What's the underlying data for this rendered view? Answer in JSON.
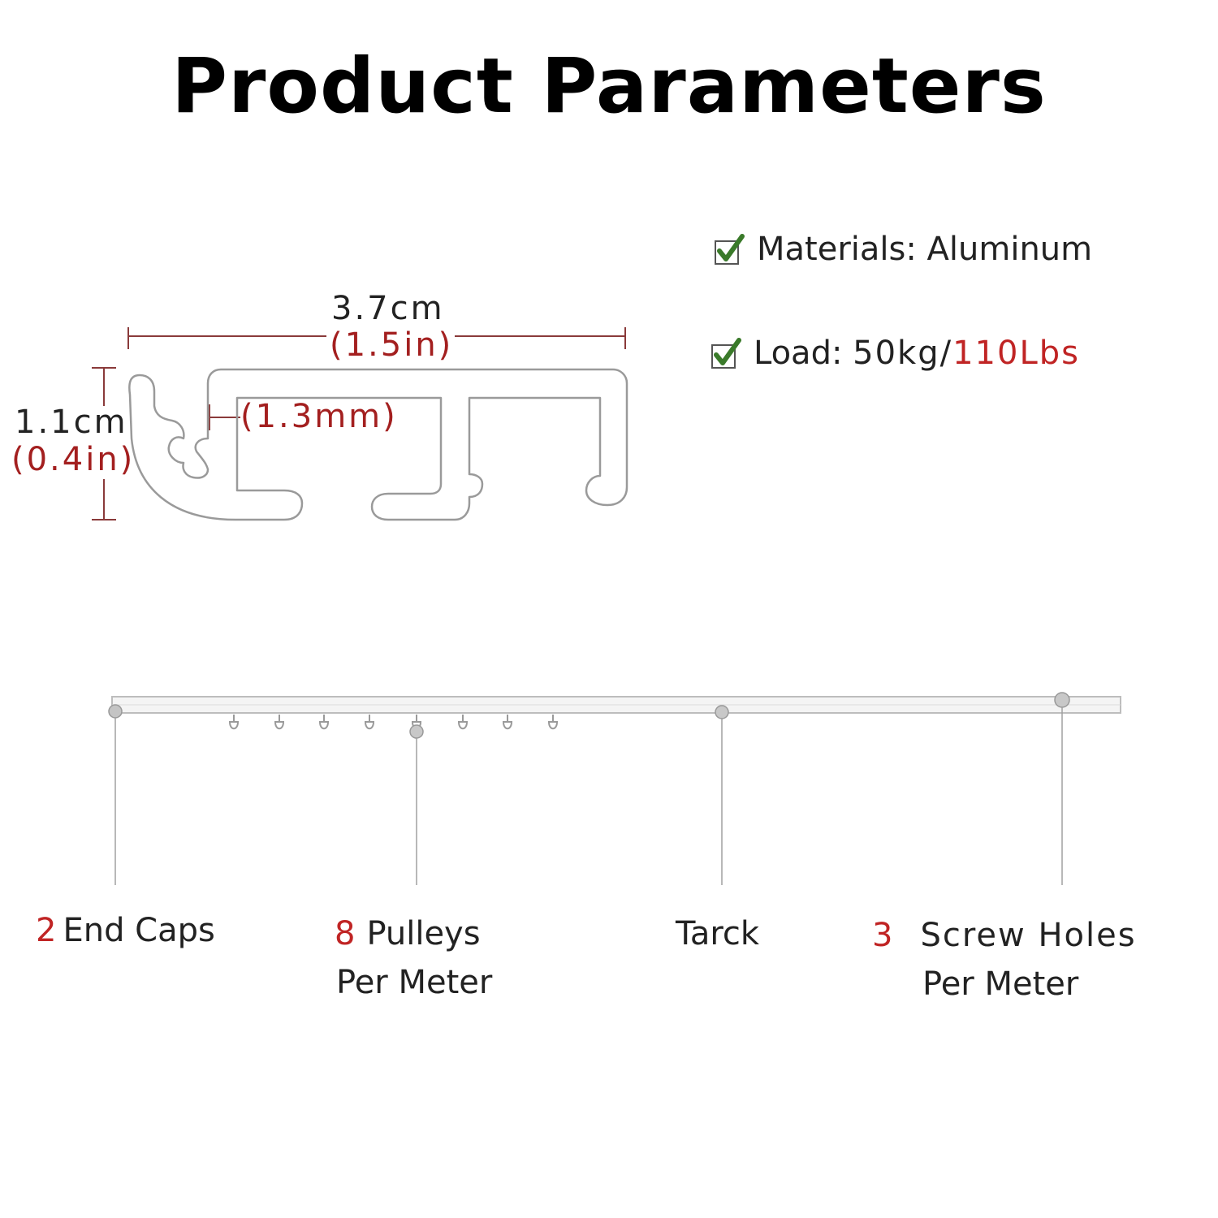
{
  "title": "Product Parameters",
  "profile": {
    "width_cm": "3.7cm",
    "width_in": "(1.5in)",
    "height_cm": "1.1cm",
    "height_in": "(0.4in)",
    "thickness": "(1.3mm)"
  },
  "specs": {
    "materials": "Materials: Aluminum",
    "load_label": "Load:",
    "load_kg": "50kg/",
    "load_lbs": "110Lbs"
  },
  "parts": {
    "end_caps_num": "2",
    "end_caps_text": "End Caps",
    "pulleys_num": "8",
    "pulleys_text": "Pulleys",
    "pulleys_sub": "Per Meter",
    "track_text": "Tarck",
    "screw_num": "3",
    "screw_text": "Screw Holes",
    "screw_sub": "Per Meter"
  },
  "colors": {
    "accent_red": "#a31f1f",
    "check_green": "#3a7a2a",
    "line_gray": "#9a9a9a"
  }
}
